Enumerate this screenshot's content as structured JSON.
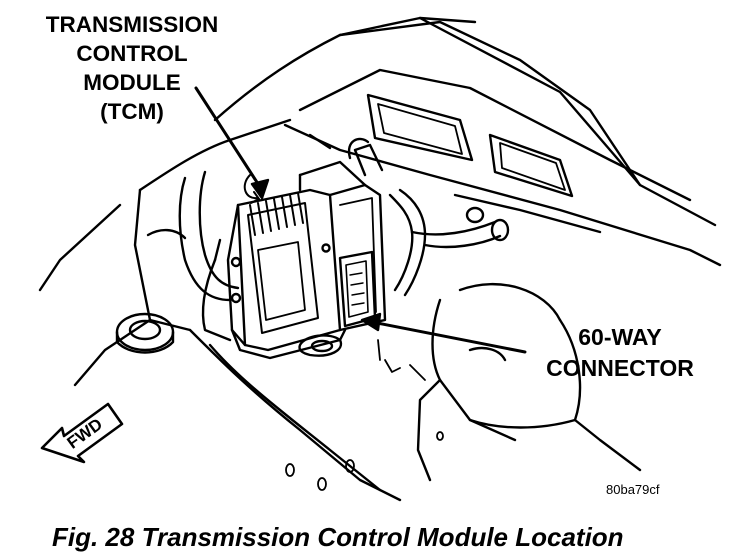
{
  "labels": {
    "tcm": [
      "TRANSMISSION",
      "CONTROL",
      "MODULE",
      "(TCM)"
    ],
    "connector": [
      "60-WAY",
      "CONNECTOR"
    ],
    "fwd": "FWD"
  },
  "reference_code": "80ba79cf",
  "caption": "Fig. 28 Transmission Control Module Location",
  "colors": {
    "ink": "#000000",
    "paper": "#ffffff"
  }
}
